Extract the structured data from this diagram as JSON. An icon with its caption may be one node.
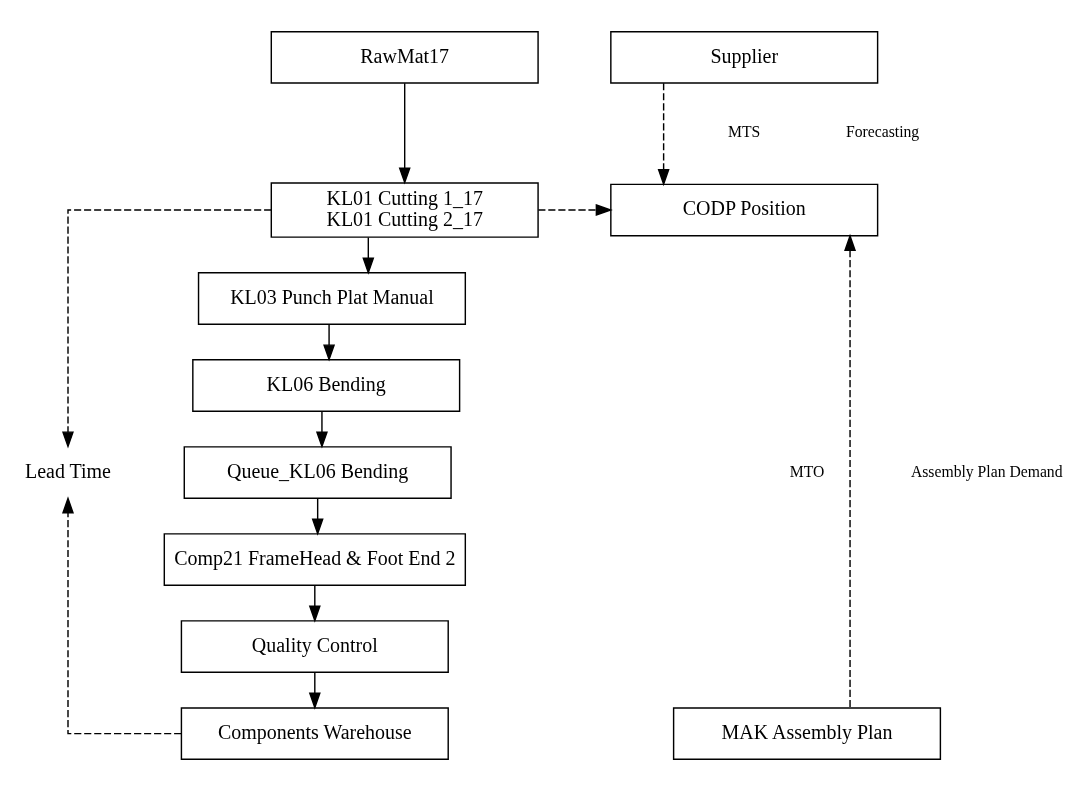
{
  "diagram": {
    "nodes": [
      {
        "text": [
          "RawMat17"
        ]
      },
      {
        "text": [
          "KL01 Cutting 1_17",
          "KL01 Cutting 2_17"
        ]
      },
      {
        "text": [
          "KL03 Punch Plat Manual"
        ]
      },
      {
        "text": [
          "KL06 Bending"
        ]
      },
      {
        "text": [
          "Queue_KL06 Bending"
        ]
      },
      {
        "text": [
          "Comp21 FrameHead & Foot End 2"
        ]
      },
      {
        "text": [
          "Quality Control"
        ]
      },
      {
        "text": [
          "Components Warehouse"
        ]
      },
      {
        "text": [
          "Supplier"
        ]
      },
      {
        "text": [
          "CODP Position"
        ]
      },
      {
        "text": [
          "MAK Assembly Plan"
        ]
      },
      {
        "text": [
          "Lead Time"
        ]
      }
    ],
    "edges": [
      {
        "from": 0,
        "to": 1,
        "arrow": "to"
      },
      {
        "from": 1,
        "to": 2,
        "arrow": "to"
      },
      {
        "from": 2,
        "to": 3,
        "arrow": "to"
      },
      {
        "from": 3,
        "to": 4,
        "arrow": "to"
      },
      {
        "from": 4,
        "to": 5,
        "arrow": "to"
      },
      {
        "from": 5,
        "to": 6,
        "arrow": "to"
      },
      {
        "from": 6,
        "to": 7,
        "arrow": "to"
      },
      {
        "from": 8,
        "to": 9,
        "arrow": "to",
        "style": "dashed"
      },
      {
        "from": 1,
        "to": 9,
        "arrow": "to",
        "style": "dashed"
      },
      {
        "from": 10,
        "to": 9,
        "arrow": "to",
        "style": "dashed"
      },
      {
        "from": 1,
        "to": 11,
        "arrow": "to",
        "style": "dashed"
      },
      {
        "from": 7,
        "to": 11,
        "arrow": "to",
        "style": "dashed"
      }
    ],
    "labels": [
      "MTS",
      "Forecasting",
      "MTO",
      "Assembly Plan Demand"
    ]
  }
}
